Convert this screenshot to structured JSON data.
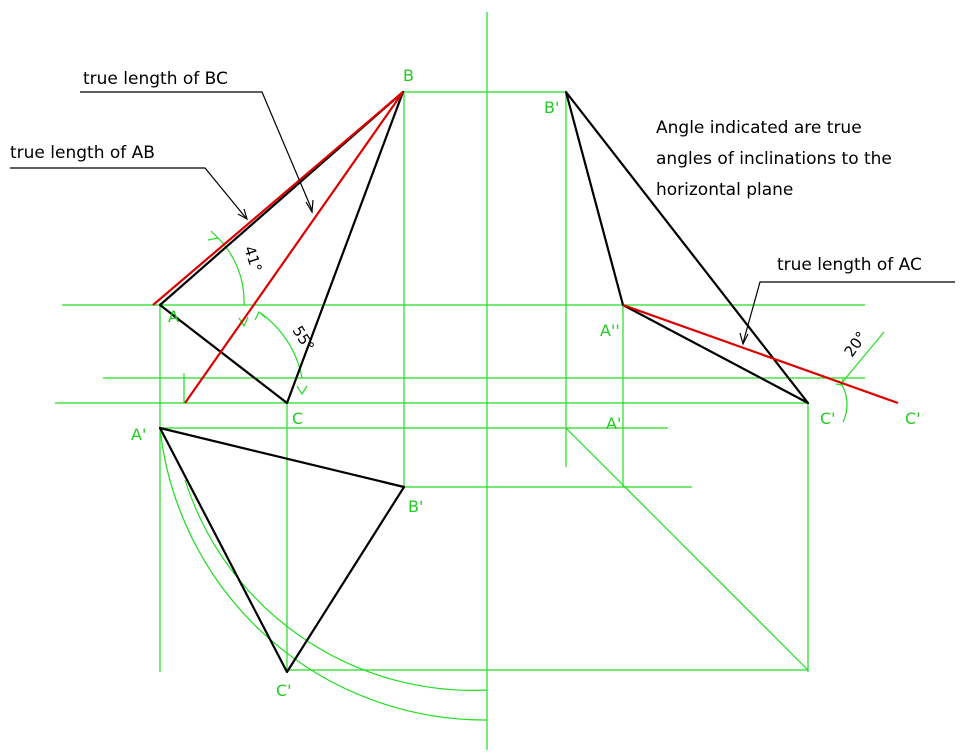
{
  "colors": {
    "construction": "#22dd22",
    "object": "#000000",
    "true_length": "#dd0000",
    "label": "#22cc22",
    "text": "#000000"
  },
  "annotations": {
    "bc": "true length of BC",
    "ab": "true length of AB",
    "ac": "true length of AC",
    "note_line1": "Angle indicated are true",
    "note_line2": "angles of inclinations to the",
    "note_line3": "horizontal plane"
  },
  "angles": {
    "ab": "41°",
    "bc": "55°",
    "ac": "20°"
  },
  "points": {
    "b_front": "B",
    "a_front": "A",
    "c_front": "C",
    "a_top": "A'",
    "b_top": "B'",
    "c_top": "C'",
    "b_side": "B'",
    "a_side_1": "A''",
    "a_side_2": "A'",
    "c_side_1": "C'",
    "c_side_2": "C'"
  }
}
